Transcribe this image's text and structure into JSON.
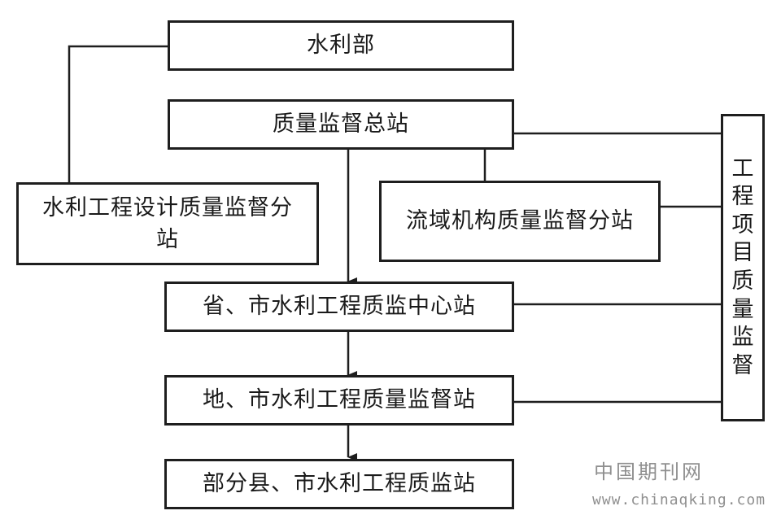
{
  "nodes": {
    "ministry": "水利部",
    "general_station": "质量监督总站",
    "design_branch": "水利工程设计质量监督分站",
    "basin_branch": "流域机构质量监督分站",
    "provincial_center": "省、市水利工程质监中心站",
    "prefecture_station": "地、市水利工程质量监督站",
    "county_station": "部分县、市水利工程质监站",
    "project_supervision": "工程项目质量监督"
  },
  "watermark": {
    "site_name": "中国期刊网",
    "url": "www.chinaqking.com"
  }
}
